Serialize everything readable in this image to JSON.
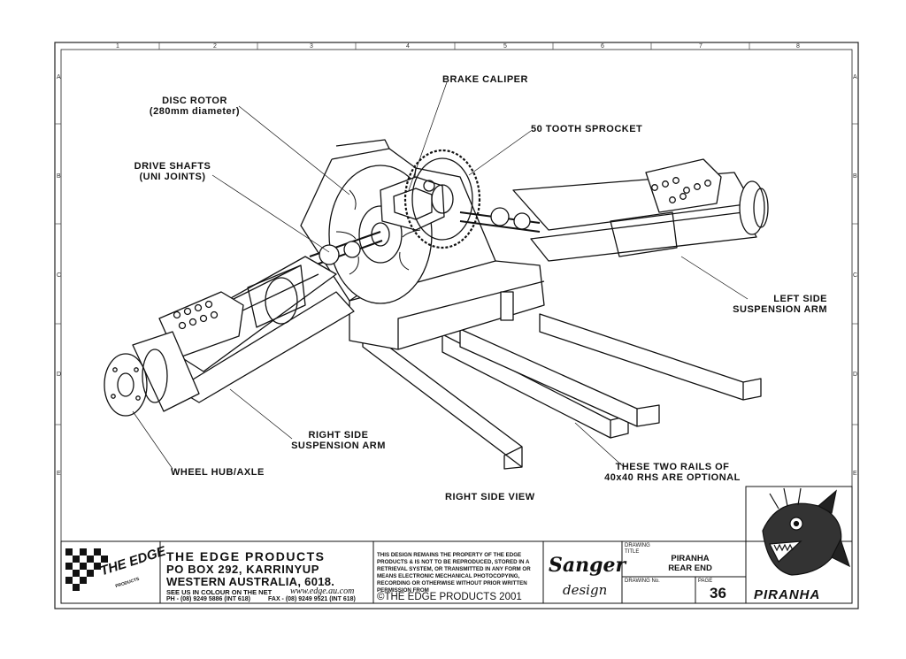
{
  "grid": {
    "columns": [
      "1",
      "2",
      "3",
      "4",
      "5",
      "6",
      "7",
      "8"
    ],
    "rows": [
      "A",
      "B",
      "C",
      "D",
      "E"
    ]
  },
  "labels": {
    "brake_caliper": "BRAKE CALIPER",
    "disc_rotor_line1": "DISC ROTOR",
    "disc_rotor_line2": "(280mm diameter)",
    "sprocket": "50 TOOTH SPROCKET",
    "drive_shafts_line1": "DRIVE SHAFTS",
    "drive_shafts_line2": "(UNI JOINTS)",
    "left_arm_line1": "LEFT SIDE",
    "left_arm_line2": "SUSPENSION ARM",
    "right_arm_line1": "RIGHT SIDE",
    "right_arm_line2": "SUSPENSION ARM",
    "wheel_hub": "WHEEL HUB/AXLE",
    "rails_line1": "THESE TWO RAILS OF",
    "rails_line2": "40x40 RHS ARE OPTIONAL",
    "view": "RIGHT SIDE VIEW"
  },
  "title_block": {
    "company": "THE EDGE PRODUCTS",
    "address1": "PO BOX 292, KARRINYUP",
    "address2": "WESTERN AUSTRALIA, 6018.",
    "web_prefix": "SEE US IN COLOUR ON THE NET",
    "web_url": "www.edge.au.com",
    "phone": "PH - (08) 9249 5886 (INT 618)",
    "fax": "FAX - (08) 9249 9521 (INT 618)",
    "legal": "This design remains the property of the edge products & is not to be reproduced, stored in a retrieval system, or transmitted in any form or means electronic mechanical photocopying, recording or otherwise without prior written permission from",
    "copyright": "©THE EDGE PRODUCTS 2001",
    "designer_script": "Sanger",
    "designer_sub": "design",
    "drawing_title_label1": "DRAWING",
    "drawing_title_label2": "TITLE",
    "drawing_title_line1": "PIRANHA",
    "drawing_title_line2": "REAR END",
    "drawing_no_label": "DRAWING No.",
    "page_label": "PAGE",
    "page_number": "36",
    "brand": "PIRANHA",
    "logo_text": "THE EDGE",
    "logo_sub": "PRODUCTS"
  },
  "colors": {
    "ink": "#111111",
    "paper": "#ffffff"
  }
}
